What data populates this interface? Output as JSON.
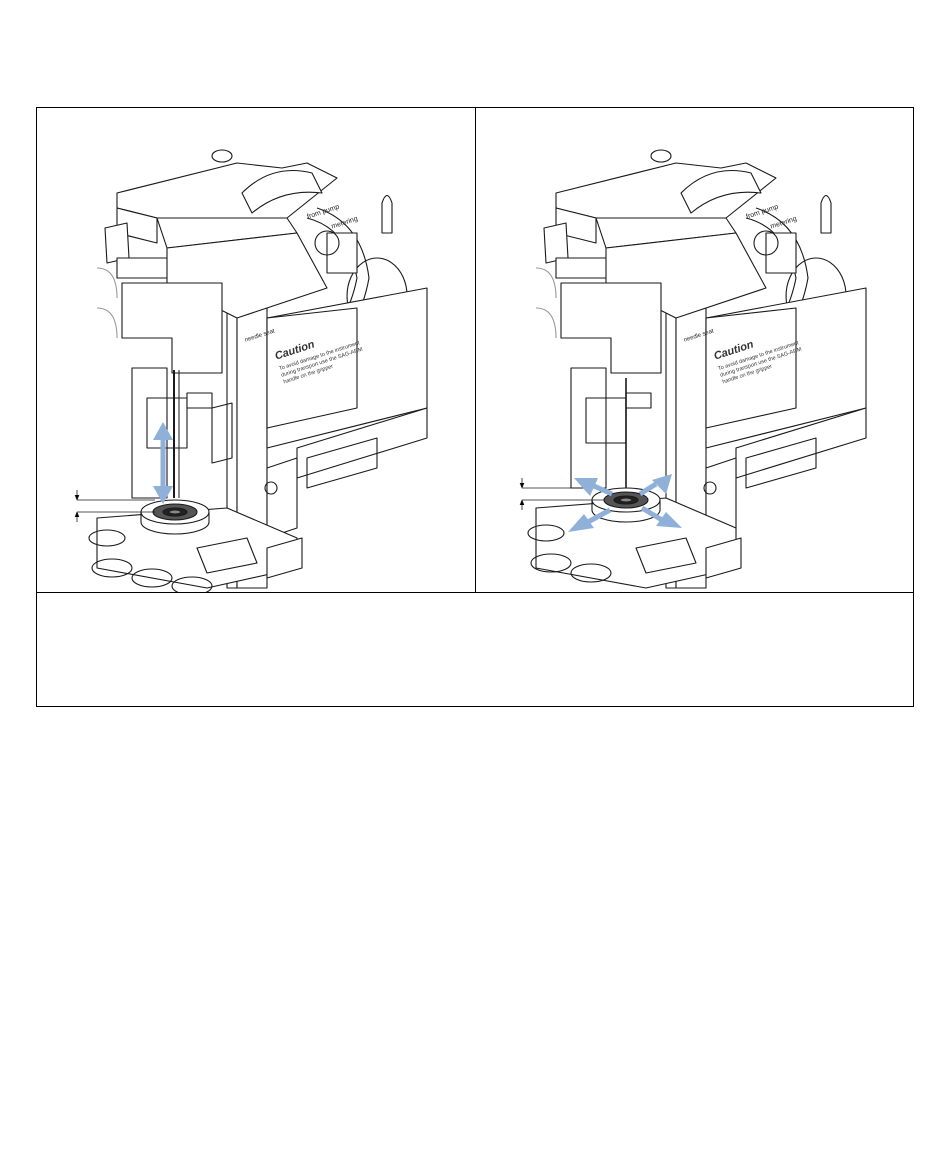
{
  "figure": {
    "panels": [
      {
        "id": "left",
        "labels": {
          "from_pump": "from pump",
          "metering": "metering",
          "needle_seat": "needle seat",
          "caution_title": "Caution",
          "caution_text_1": "To avoid damage to the instrument",
          "caution_text_2": "during transport use the SAG-ARM",
          "caution_text_3": "handle on the gripper"
        },
        "arrow_direction": "vertical"
      },
      {
        "id": "right",
        "labels": {
          "from_pump": "from pump",
          "metering": "metering",
          "needle_seat": "needle seat",
          "caution_title": "Caution",
          "caution_text_1": "To avoid damage to the instrument",
          "caution_text_2": "during transport use the SAG-ARM",
          "caution_text_3": "handle on the gripper"
        },
        "arrow_direction": "horizontal"
      }
    ],
    "caption": "",
    "colors": {
      "arrow": "#8fb0d8",
      "line": "#1a1a1a"
    }
  }
}
